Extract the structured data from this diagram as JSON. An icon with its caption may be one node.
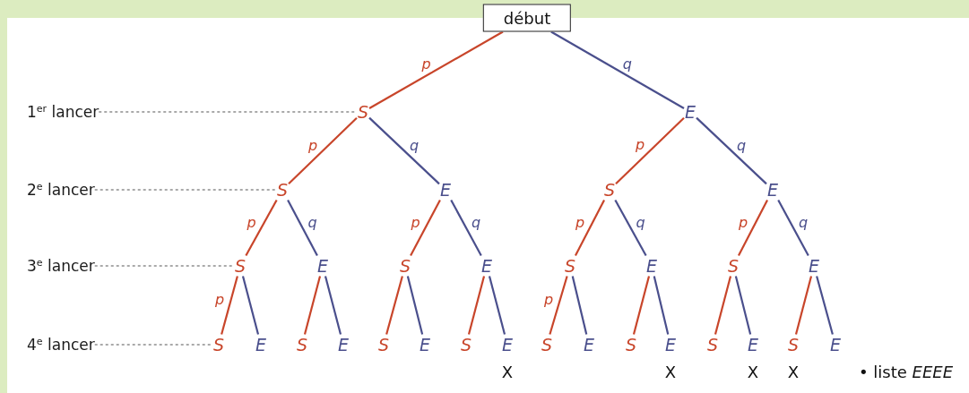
{
  "diagram": {
    "nodes": [
      {
        "text": [
          "début"
        ]
      },
      {
        "text": [
          "S"
        ]
      },
      {
        "text": [
          "E"
        ]
      },
      {
        "text": [
          "S"
        ]
      },
      {
        "text": [
          "E"
        ]
      },
      {
        "text": [
          "S"
        ]
      },
      {
        "text": [
          "E"
        ]
      },
      {
        "text": [
          "S"
        ]
      },
      {
        "text": [
          "E"
        ]
      },
      {
        "text": [
          "S"
        ]
      },
      {
        "text": [
          "E"
        ]
      },
      {
        "text": [
          "S"
        ]
      },
      {
        "text": [
          "E"
        ]
      },
      {
        "text": [
          "S"
        ]
      },
      {
        "text": [
          "E"
        ]
      },
      {
        "text": [
          "S"
        ]
      },
      {
        "text": [
          "E"
        ]
      },
      {
        "text": [
          "S"
        ]
      },
      {
        "text": [
          "E"
        ]
      },
      {
        "text": [
          "S"
        ]
      },
      {
        "text": [
          "E"
        ]
      },
      {
        "text": [
          "S"
        ]
      },
      {
        "text": [
          "E"
        ],
        "beside": [
          "X"
        ]
      },
      {
        "text": [
          "S"
        ]
      },
      {
        "text": [
          "E"
        ]
      },
      {
        "text": [
          "S"
        ]
      },
      {
        "text": [
          "E"
        ],
        "beside": [
          "X"
        ]
      },
      {
        "text": [
          "S"
        ]
      },
      {
        "text": [
          "E"
        ],
        "beside": [
          "X"
        ]
      },
      {
        "text": [
          "S"
        ],
        "beside": [
          "X"
        ]
      },
      {
        "text": [
          "E"
        ]
      },
      {
        "text": [
          "1$^{er}$ lancer"
        ]
      },
      {
        "text": [
          "2$^{e}$ lancer"
        ]
      },
      {
        "text": [
          "3$^{e}$ lancer"
        ]
      },
      {
        "text": [
          "4$^{e}$ lancer"
        ]
      }
    ],
    "edges": [
      {
        "from": 0,
        "to": 1,
        "arrow": "none",
        "label": "p",
        "color": "#c8452a"
      },
      {
        "from": 0,
        "to": 2,
        "arrow": "none",
        "label": "q",
        "color": "#4a4f8c"
      },
      {
        "from": 1,
        "to": 3,
        "arrow": "none",
        "label": "p",
        "color": "#c8452a"
      },
      {
        "from": 1,
        "to": 4,
        "arrow": "none",
        "label": "q",
        "color": "#4a4f8c"
      },
      {
        "from": 2,
        "to": 5,
        "arrow": "none",
        "label": "p",
        "color": "#c8452a"
      },
      {
        "from": 2,
        "to": 6,
        "arrow": "none",
        "label": "q",
        "color": "#4a4f8c"
      },
      {
        "from": 3,
        "to": 7,
        "arrow": "none",
        "label": "p",
        "color": "#c8452a"
      },
      {
        "from": 3,
        "to": 8,
        "arrow": "none",
        "label": "q",
        "color": "#4a4f8c"
      },
      {
        "from": 4,
        "to": 9,
        "arrow": "none",
        "label": "p",
        "color": "#c8452a"
      },
      {
        "from": 4,
        "to": 10,
        "arrow": "none",
        "label": "q",
        "color": "#4a4f8c"
      },
      {
        "from": 5,
        "to": 11,
        "arrow": "none",
        "label": "p",
        "color": "#c8452a"
      },
      {
        "from": 5,
        "to": 12,
        "arrow": "none",
        "label": "q",
        "color": "#4a4f8c"
      },
      {
        "from": 6,
        "to": 13,
        "arrow": "none",
        "label": "p",
        "color": "#c8452a"
      },
      {
        "from": 6,
        "to": 14,
        "arrow": "none",
        "label": "q",
        "color": "#4a4f8c"
      },
      {
        "from": 7,
        "to": 15,
        "arrow": "none",
        "label": "p",
        "color": "#c8452a"
      },
      {
        "from": 7,
        "to": 16,
        "arrow": "none",
        "color": "#4a4f8c"
      },
      {
        "from": 8,
        "to": 17,
        "arrow": "none",
        "color": "#c8452a"
      },
      {
        "from": 8,
        "to": 18,
        "arrow": "none",
        "color": "#4a4f8c"
      },
      {
        "from": 9,
        "to": 19,
        "arrow": "none",
        "color": "#c8452a"
      },
      {
        "from": 9,
        "to": 20,
        "arrow": "none",
        "color": "#4a4f8c"
      },
      {
        "from": 10,
        "to": 21,
        "arrow": "none",
        "color": "#c8452a"
      },
      {
        "from": 10,
        "to": 22,
        "arrow": "none",
        "color": "#4a4f8c"
      },
      {
        "from": 11,
        "to": 23,
        "arrow": "none",
        "label": "p",
        "color": "#c8452a"
      },
      {
        "from": 11,
        "to": 24,
        "arrow": "none",
        "color": "#4a4f8c"
      },
      {
        "from": 12,
        "to": 25,
        "arrow": "none",
        "color": "#c8452a"
      },
      {
        "from": 12,
        "to": 26,
        "arrow": "none",
        "color": "#4a4f8c"
      },
      {
        "from": 13,
        "to": 27,
        "arrow": "none",
        "color": "#c8452a"
      },
      {
        "from": 13,
        "to": 28,
        "arrow": "none",
        "color": "#4a4f8c"
      },
      {
        "from": 14,
        "to": 29,
        "arrow": "none",
        "color": "#c8452a"
      },
      {
        "from": 14,
        "to": 30,
        "arrow": "none",
        "color": "#4a4f8c"
      },
      {
        "from": 31,
        "to": 1,
        "arrow": "none",
        "style": "dashed",
        "color": "#555555"
      },
      {
        "from": 32,
        "to": 3,
        "arrow": "none",
        "style": "dashed",
        "color": "#555555"
      },
      {
        "from": 33,
        "to": 7,
        "arrow": "none",
        "style": "dashed",
        "color": "#555555"
      },
      {
        "from": 34,
        "to": 15,
        "arrow": "none",
        "style": "dashed",
        "color": "#555555"
      }
    ],
    "labels": [
      "• liste *EEEE*"
    ]
  }
}
